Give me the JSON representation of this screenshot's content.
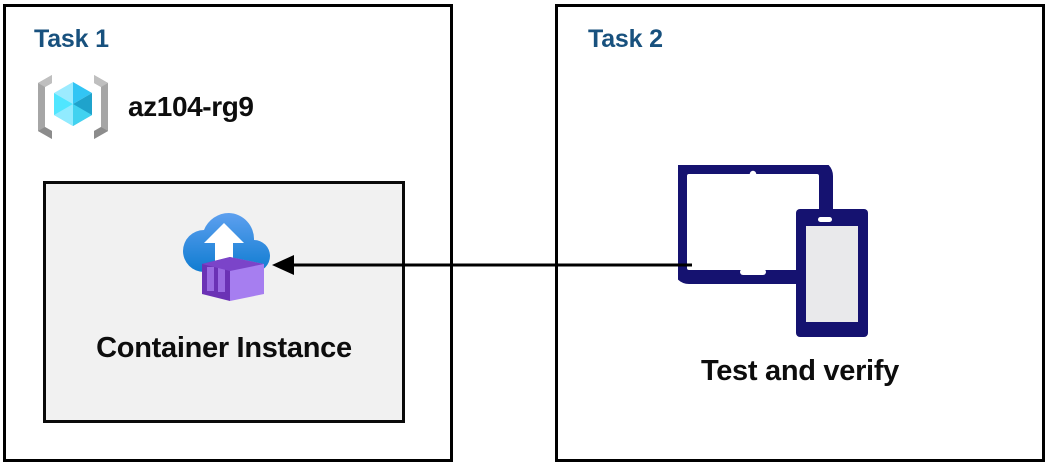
{
  "diagram": {
    "type": "architecture-flow",
    "background": "#ffffff",
    "title_color": "#18517E",
    "panels": [
      {
        "id": "task1",
        "title": "Task 1",
        "resource_group": {
          "icon": "azure-resource-group-icon",
          "label": "az104-rg9"
        },
        "resource": {
          "icon": "azure-container-instance-icon",
          "label": "Container Instance",
          "fill": "#F1F1F1",
          "border": "#0a0a0a"
        }
      },
      {
        "id": "task2",
        "title": "Task 2",
        "resource": {
          "icon": "devices-tablet-phone-icon",
          "label": "Test and verify",
          "color": "#151270"
        }
      }
    ],
    "connector": {
      "name": "flow-arrow",
      "direction": "right-to-left",
      "from": "Test and verify",
      "to": "Container Instance",
      "color": "#000000"
    }
  }
}
